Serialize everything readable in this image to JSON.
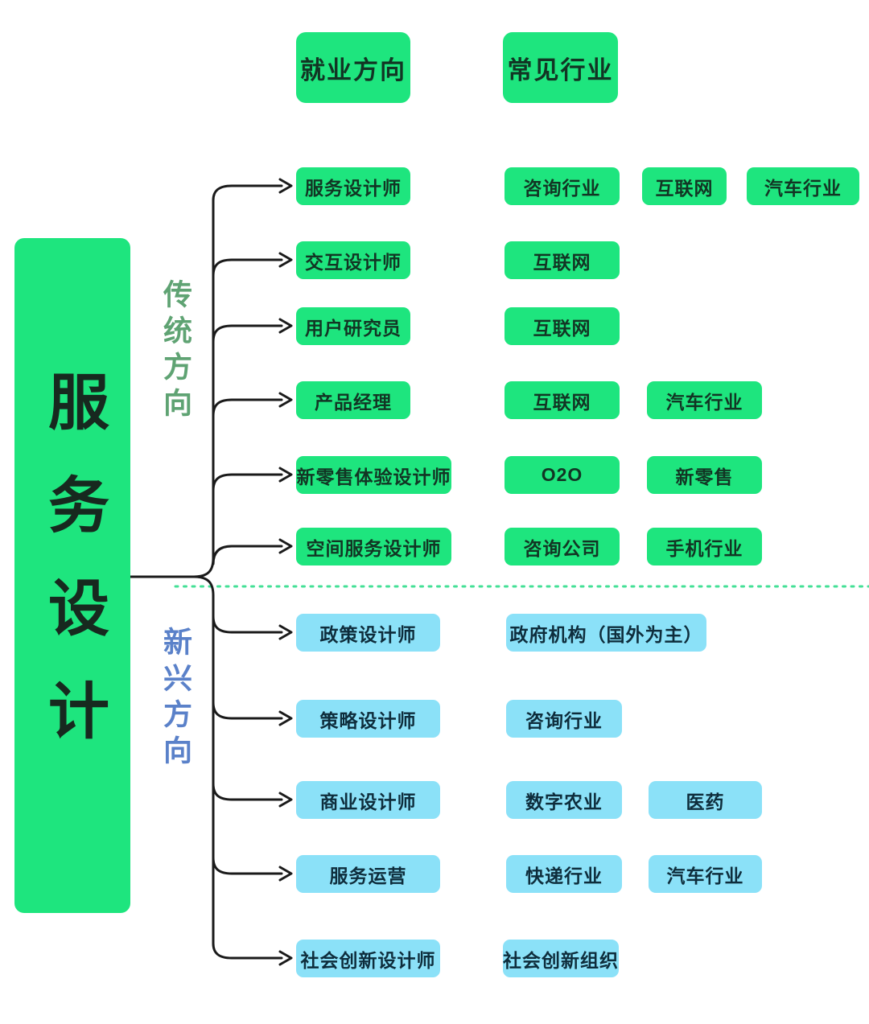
{
  "title": {
    "text": "服务设计"
  },
  "headers": {
    "jobs": "就业方向",
    "industries": "常见行业"
  },
  "groups": {
    "traditional": "传统方向",
    "emerging": "新兴方向"
  },
  "rows": [
    {
      "group": "traditional",
      "job": "服务设计师",
      "industries": [
        "咨询行业",
        "互联网",
        "汽车行业"
      ]
    },
    {
      "group": "traditional",
      "job": "交互设计师",
      "industries": [
        "互联网"
      ]
    },
    {
      "group": "traditional",
      "job": "用户研究员",
      "industries": [
        "互联网"
      ]
    },
    {
      "group": "traditional",
      "job": "产品经理",
      "industries": [
        "互联网",
        "汽车行业"
      ]
    },
    {
      "group": "traditional",
      "job": "新零售体验设计师",
      "industries": [
        "O2O",
        "新零售"
      ]
    },
    {
      "group": "traditional",
      "job": "空间服务设计师",
      "industries": [
        "咨询公司",
        "手机行业"
      ]
    },
    {
      "group": "emerging",
      "job": "政策设计师",
      "industries": [
        "政府机构（国外为主）"
      ]
    },
    {
      "group": "emerging",
      "job": "策略设计师",
      "industries": [
        "咨询行业"
      ]
    },
    {
      "group": "emerging",
      "job": "商业设计师",
      "industries": [
        "数字农业",
        "医药"
      ]
    },
    {
      "group": "emerging",
      "job": "服务运营",
      "industries": [
        "快递行业",
        "汽车行业"
      ]
    },
    {
      "group": "emerging",
      "job": "社会创新设计师",
      "industries": [
        "社会创新组织"
      ]
    }
  ],
  "colors": {
    "green": "#1EE57E",
    "blue": "#8BE1F8",
    "green_text": "#123524",
    "blue_text": "#0E2D3C",
    "traditional_label": "#5FA373",
    "emerging_label": "#5A81C9",
    "line": "#1A1A1A",
    "divider_dotted": "#43E096"
  }
}
